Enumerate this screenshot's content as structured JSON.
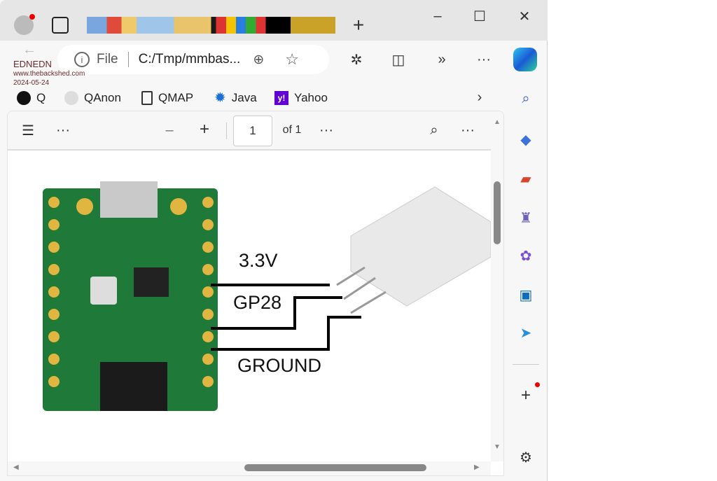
{
  "window": {
    "profile_icon": "profile-icon",
    "new_tab": "+",
    "minimize": "–",
    "maximize": "☐",
    "close": "✕"
  },
  "address": {
    "info": "File",
    "url": "C:/Tmp/mmbas..."
  },
  "watermark": {
    "name": "EDNEDN",
    "site": "www.thebackshed.com",
    "date": "2024-05-24"
  },
  "bookmarks": [
    {
      "label": "Q"
    },
    {
      "label": "QAnon"
    },
    {
      "label": "QMAP"
    },
    {
      "label": "Java"
    },
    {
      "label": "Yahoo"
    }
  ],
  "pdf_toolbar": {
    "page": "1",
    "of": "of 1",
    "zoom_out": "–",
    "zoom_in": "+"
  },
  "diagram": {
    "wires": [
      "3.3V",
      "GP28",
      "GROUND"
    ]
  },
  "colors": {
    "accent": "#0067c0",
    "board": "#1f7a3a",
    "wire": "#000000"
  }
}
